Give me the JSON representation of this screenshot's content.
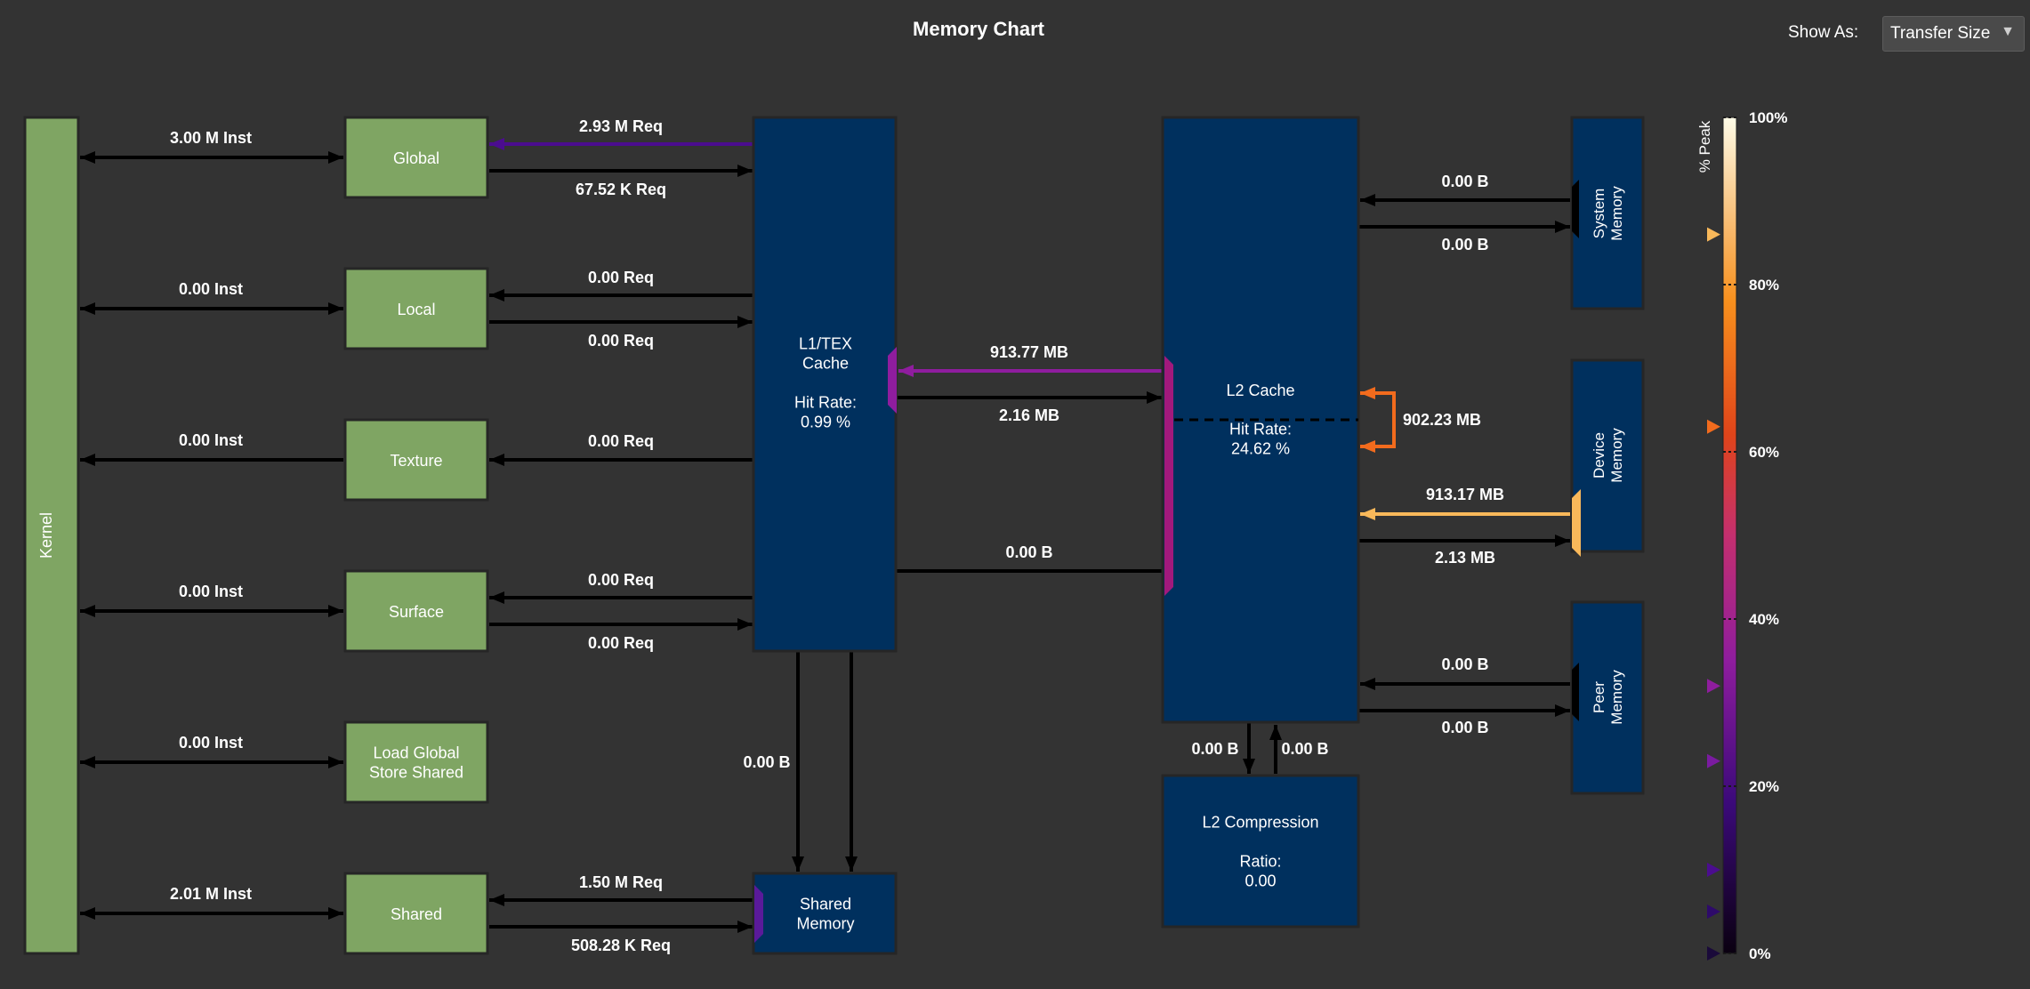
{
  "header": {
    "title": "Memory Chart",
    "show_as_label": "Show As:",
    "show_as_value": "Transfer Size"
  },
  "colors": {
    "background": "#333333",
    "green_box": "#7fa563",
    "blue_box": "#00305e",
    "arrow_black": "#000000",
    "arrow_purple": "#4b0d8f",
    "arrow_magenta": "#8f1d9e",
    "arrow_orange": "#f26b1d",
    "arrow_amber": "#f8b85a"
  },
  "nodes": {
    "kernel": "Kernel",
    "global": "Global",
    "local": "Local",
    "texture": "Texture",
    "surface": "Surface",
    "load_global_store_shared": [
      "Load Global",
      "Store Shared"
    ],
    "shared": "Shared",
    "l1_cache": [
      "L1/TEX",
      "Cache",
      "",
      "Hit Rate:",
      "0.99 %"
    ],
    "shared_memory": [
      "Shared",
      "Memory"
    ],
    "l2_cache_title": "L2 Cache",
    "l2_cache_hit": [
      "Hit Rate:",
      "24.62 %"
    ],
    "l2_compression": [
      "L2 Compression",
      "",
      "Ratio:",
      "0.00"
    ],
    "system_memory": [
      "System",
      "Memory"
    ],
    "device_memory": [
      "Device",
      "Memory"
    ],
    "peer_memory": [
      "Peer",
      "Memory"
    ]
  },
  "edges": {
    "kernel_global": "3.00 M Inst",
    "kernel_local": "0.00 Inst",
    "kernel_texture": "0.00 Inst",
    "kernel_surface": "0.00 Inst",
    "kernel_lgss": "0.00 Inst",
    "kernel_shared": "2.01 M Inst",
    "global_to_l1": "67.52 K Req",
    "l1_to_global": "2.93 M Req",
    "local_in": "0.00 Req",
    "local_out": "0.00 Req",
    "texture_req": "0.00 Req",
    "surface_in": "0.00 Req",
    "surface_out": "0.00 Req",
    "shared_in": "1.50 M Req",
    "shared_out": "508.28 K Req",
    "l1_shared_mem": "0.00 B",
    "l2_shared_mem": "0.00 B",
    "l2_to_l1": "913.77 MB",
    "l1_to_l2": "2.16 MB",
    "l2_comp_down": "0.00 B",
    "l2_comp_up": "0.00 B",
    "l2_self": "902.23 MB",
    "sys_to_l2": "0.00 B",
    "l2_to_sys": "0.00 B",
    "dev_to_l2": "913.17 MB",
    "l2_to_dev": "2.13 MB",
    "peer_to_l2": "0.00 B",
    "l2_to_peer": "0.00 B"
  },
  "legend": {
    "title": "% Peak",
    "ticks": [
      "100%",
      "80%",
      "60%",
      "40%",
      "20%",
      "0%"
    ],
    "markers": [
      {
        "pct": 86,
        "color": "#f8b85a"
      },
      {
        "pct": 63,
        "color": "#f26b1d"
      },
      {
        "pct": 32,
        "color": "#8f1d9e"
      },
      {
        "pct": 23,
        "color": "#7a1ba0"
      },
      {
        "pct": 10,
        "color": "#4b0d8f"
      },
      {
        "pct": 5,
        "color": "#2e0a6a"
      },
      {
        "pct": 0,
        "color": "#1a0a3a"
      }
    ]
  }
}
